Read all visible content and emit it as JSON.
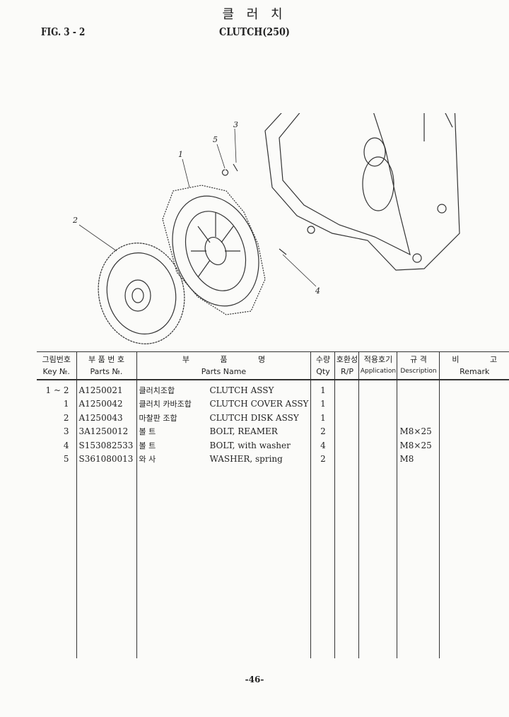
{
  "header": {
    "title_korean": "클 러 치",
    "figure": "FIG. 3 - 2",
    "title": "CLUTCH(250)"
  },
  "callouts": [
    "1",
    "2",
    "3",
    "4",
    "5"
  ],
  "table": {
    "columns": [
      {
        "ko": "그림번호",
        "en": "Key №."
      },
      {
        "ko": "부 품 번 호",
        "en": "Parts №."
      },
      {
        "ko": "부 품 명",
        "en": "Parts Name"
      },
      {
        "ko": "수량",
        "en": "Qty"
      },
      {
        "ko": "호환성",
        "en": "R/P"
      },
      {
        "ko": "적용호기",
        "en": "Application"
      },
      {
        "ko": "규 격",
        "en": "Description"
      },
      {
        "ko": "비 고",
        "en": "Remark"
      }
    ],
    "rows": [
      {
        "key": "1 ~ 2",
        "part_no": "A1250021",
        "name_ko": "클러치조합",
        "name_en": "CLUTCH ASSY",
        "qty": "1",
        "rp": "",
        "application": "",
        "description": "",
        "remark": ""
      },
      {
        "key": "1",
        "part_no": "A1250042",
        "name_ko": "클러치 카바조합",
        "name_en": "CLUTCH COVER ASSY",
        "qty": "1",
        "rp": "",
        "application": "",
        "description": "",
        "remark": ""
      },
      {
        "key": "2",
        "part_no": "A1250043",
        "name_ko": "마찰판 조합",
        "name_en": "CLUTCH DISK ASSY",
        "qty": "1",
        "rp": "",
        "application": "",
        "description": "",
        "remark": ""
      },
      {
        "key": "3",
        "part_no": "3A1250012",
        "name_ko": "볼 트",
        "name_en": "BOLT, REAMER",
        "qty": "2",
        "rp": "",
        "application": "",
        "description": "M8×25",
        "remark": ""
      },
      {
        "key": "4",
        "part_no": "S153082533",
        "name_ko": "볼 트",
        "name_en": "BOLT, with washer",
        "qty": "4",
        "rp": "",
        "application": "",
        "description": "M8×25",
        "remark": ""
      },
      {
        "key": "5",
        "part_no": "S361080013",
        "name_ko": "와 사",
        "name_en": "WASHER, spring",
        "qty": "2",
        "rp": "",
        "application": "",
        "description": "M8",
        "remark": ""
      }
    ]
  },
  "page_number": "-46-"
}
